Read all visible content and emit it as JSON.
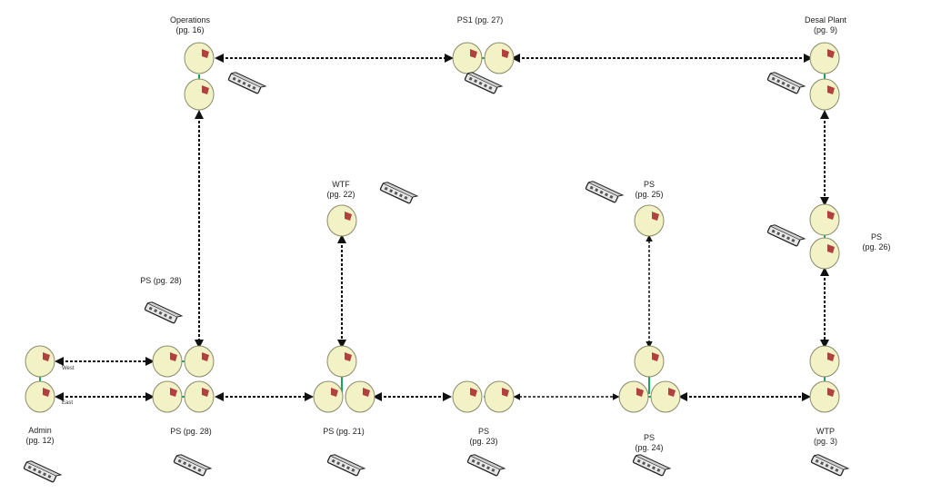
{
  "sites": {
    "operations": {
      "line1": "Operations",
      "line2": "(pg. 16)"
    },
    "ps1": {
      "line1": "PS1 (pg. 27)",
      "line2": ""
    },
    "desal": {
      "line1": "Desal Plant",
      "line2": "(pg. 9)"
    },
    "wtf": {
      "line1": "WTF",
      "line2": "(pg. 22)"
    },
    "ps25": {
      "line1": "PS",
      "line2": "(pg. 25)"
    },
    "ps26": {
      "line1": "PS",
      "line2": "(pg. 26)"
    },
    "ps28_top": {
      "line1": "PS (pg. 28)",
      "line2": ""
    },
    "admin": {
      "line1": "Admin",
      "line2": "(pg. 12)"
    },
    "ps28_bottom": {
      "line1": "PS (pg. 28)",
      "line2": ""
    },
    "ps21": {
      "line1": "PS (pg. 21)",
      "line2": ""
    },
    "ps23": {
      "line1": "PS",
      "line2": "(pg. 23)"
    },
    "ps24": {
      "line1": "PS",
      "line2": "(pg. 24)"
    },
    "wtp": {
      "line1": "WTP",
      "line2": "(pg. 3)"
    }
  },
  "link_labels": {
    "west": "West",
    "east": "East"
  },
  "colors": {
    "node_fill": "#f2f2c6",
    "node_stroke": "#8a8a6a",
    "node_mark": "#b0413e",
    "local_link": "#1aa65a",
    "fiber_link": "#111111",
    "switch_fill": "#e8e8e8"
  }
}
